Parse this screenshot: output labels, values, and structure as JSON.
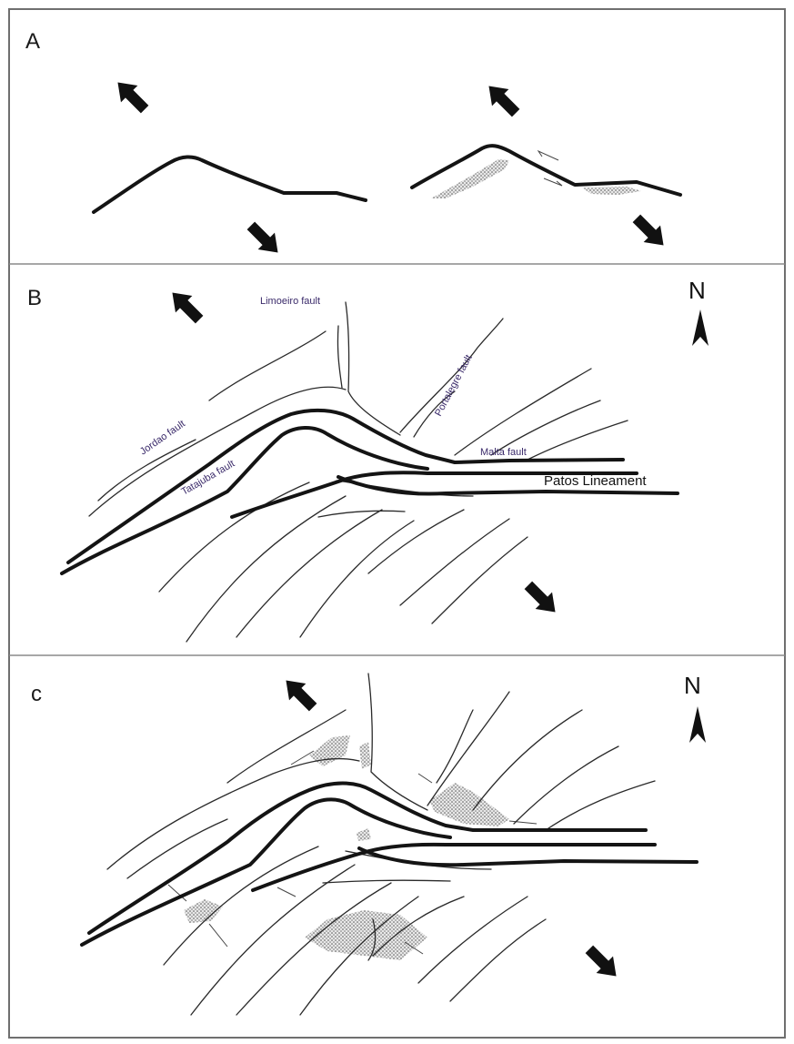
{
  "panels": [
    {
      "label": "A"
    },
    {
      "label": "B"
    },
    {
      "label": "c"
    }
  ],
  "faults": {
    "limoeiro": "Limoeiro fault",
    "portalegre": "Portalegre fault",
    "jordao": "Jordao fault",
    "tatajuba": "Tatajuba fault",
    "malta": "Malta fault",
    "patos": "Patos Lineament"
  },
  "north": {
    "label": "N"
  },
  "colors": {
    "line": "#141414",
    "border": "#6f6f6f",
    "fault_label": "#3a2a6a"
  }
}
